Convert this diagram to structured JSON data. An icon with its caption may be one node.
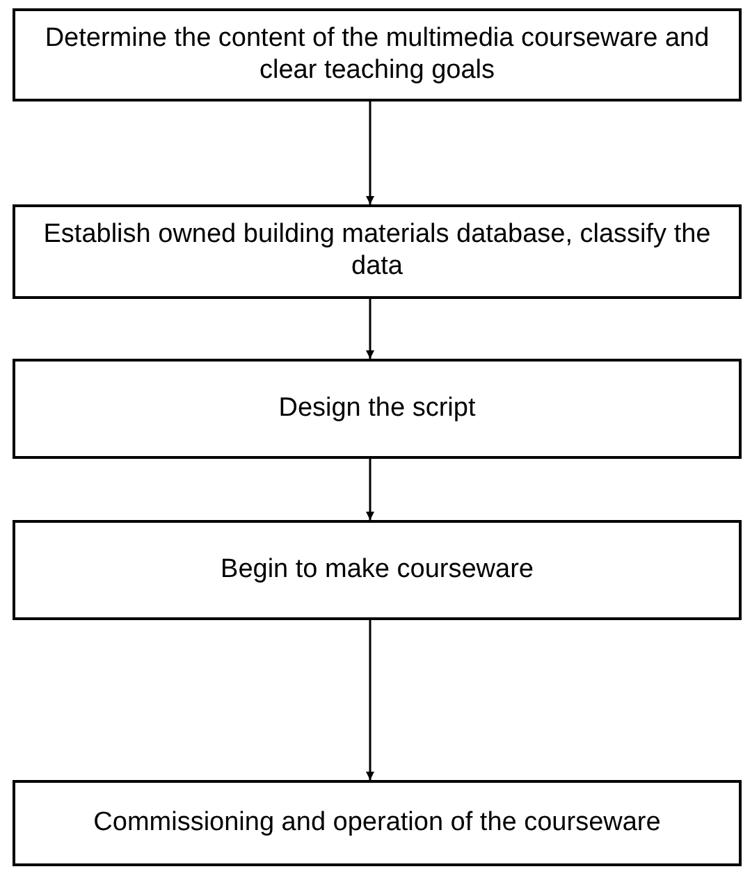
{
  "diagram": {
    "nodes": [
      {
        "text": [
          "Determine the content of the multimedia courseware and clear teaching goals"
        ]
      },
      {
        "text": [
          "Establish owned building materials database, classify the data"
        ]
      },
      {
        "text": [
          "Design the script"
        ]
      },
      {
        "text": [
          "Begin to make courseware"
        ]
      },
      {
        "text": [
          "Commissioning and operation of the courseware"
        ]
      }
    ],
    "edges": [
      {
        "from": 0,
        "to": 1,
        "arrow": "to"
      },
      {
        "from": 1,
        "to": 2,
        "arrow": "to"
      },
      {
        "from": 2,
        "to": 3,
        "arrow": "to"
      },
      {
        "from": 3,
        "to": 4,
        "arrow": "to"
      }
    ]
  }
}
